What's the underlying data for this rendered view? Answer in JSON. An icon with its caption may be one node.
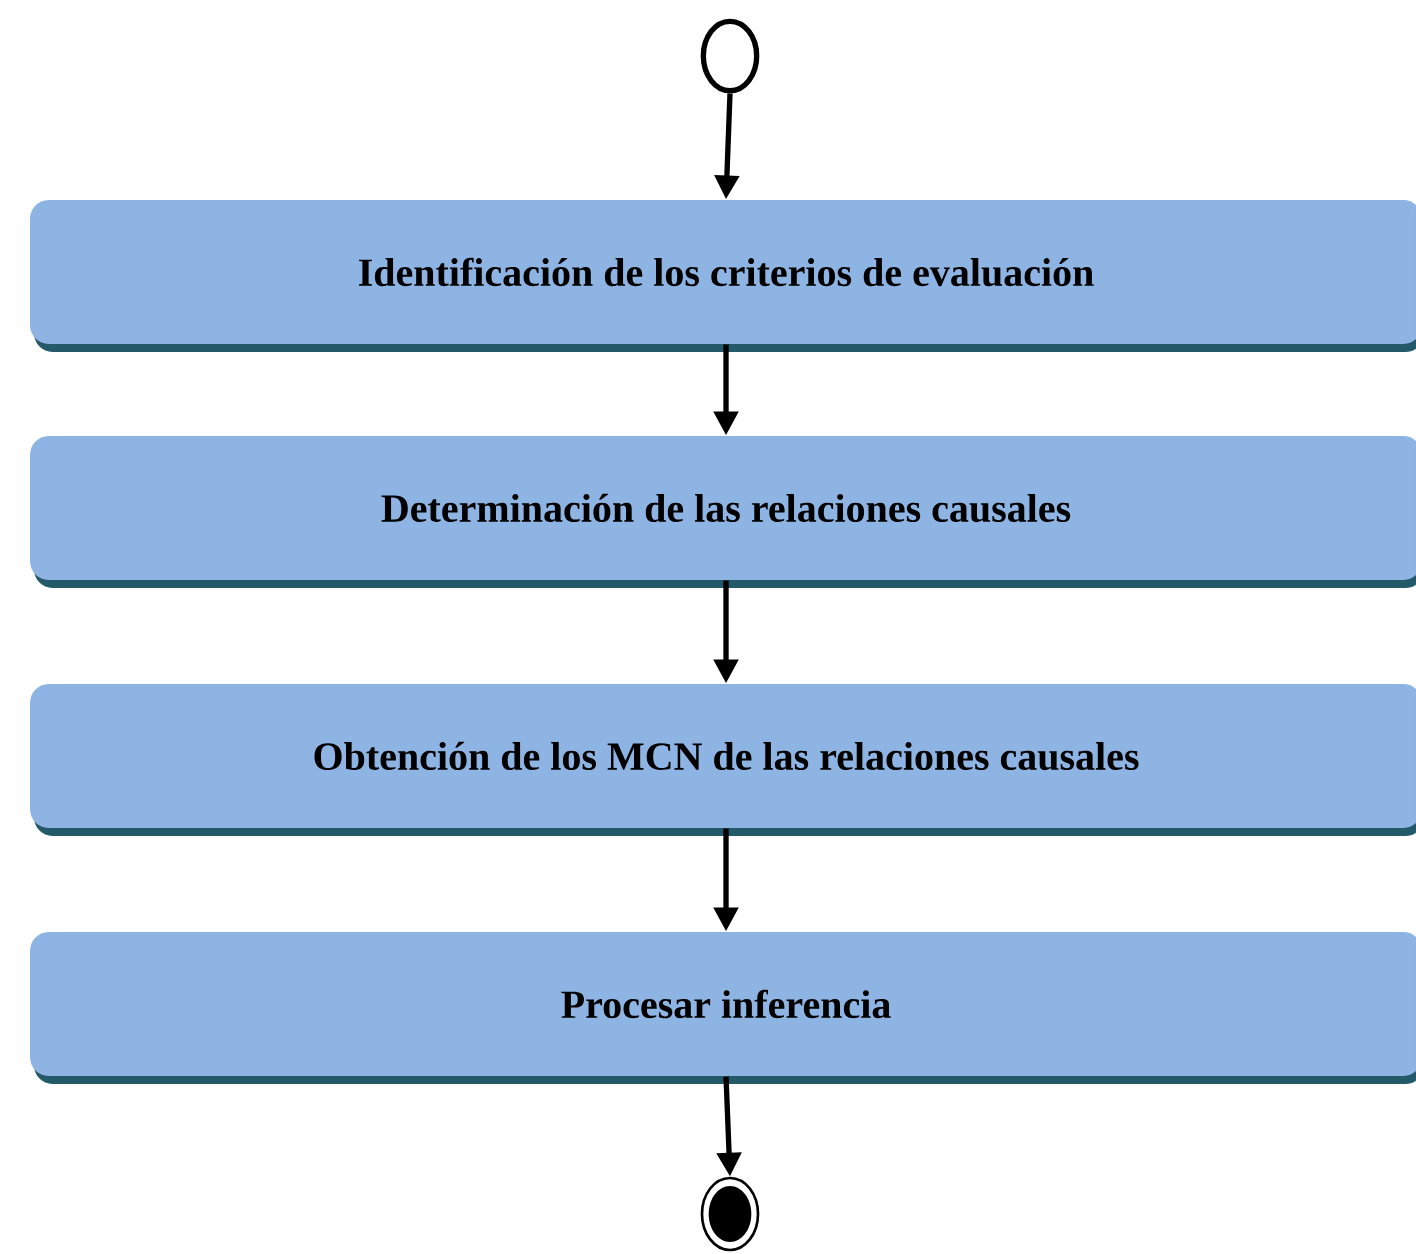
{
  "diagram": {
    "nodes": [
      {
        "text": [],
        "shape": "circle"
      },
      {
        "text": [
          "Identificación de los criterios de evaluación"
        ]
      },
      {
        "text": [
          "Determinación de las relaciones causales"
        ]
      },
      {
        "text": [
          "Obtención de los MCN de las relaciones causales"
        ]
      },
      {
        "text": [
          "Procesar inferencia"
        ]
      },
      {
        "text": [],
        "shape": "circle"
      }
    ],
    "edges": [
      {
        "from": 0,
        "to": 1,
        "arrow": "to"
      },
      {
        "from": 1,
        "to": 2,
        "arrow": "to"
      },
      {
        "from": 2,
        "to": 3,
        "arrow": "to"
      },
      {
        "from": 3,
        "to": 4,
        "arrow": "to"
      },
      {
        "from": 4,
        "to": 5,
        "arrow": "to"
      }
    ]
  }
}
